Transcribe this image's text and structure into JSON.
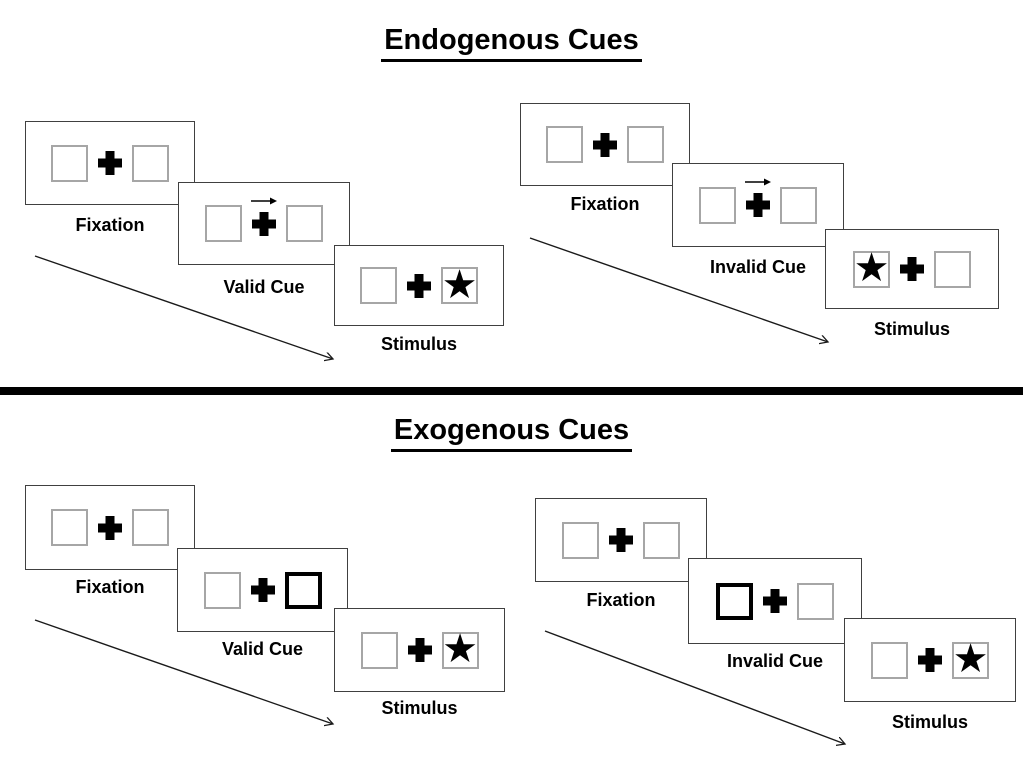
{
  "diagram": {
    "kind": "posner-spatial-cueing-task",
    "background": "#ffffff",
    "divider_color": "#000000"
  },
  "colors": {
    "frame_border": "#404040",
    "placeholder_box_border": "#a6a6a6",
    "cue_highlight_border": "#000000",
    "text": "#000000"
  },
  "glyphs": {
    "star": "★"
  },
  "sections": [
    {
      "title": "Endogenous Cues",
      "panels": [
        {
          "condition": "valid",
          "cue_type": "central-arrow",
          "cue_direction": "right",
          "stimulus_side": "right",
          "frames": [
            {
              "label": "Fixation"
            },
            {
              "label": "Valid Cue"
            },
            {
              "label": "Stimulus"
            }
          ]
        },
        {
          "condition": "invalid",
          "cue_type": "central-arrow",
          "cue_direction": "right",
          "stimulus_side": "left",
          "frames": [
            {
              "label": "Fixation"
            },
            {
              "label": "Invalid Cue"
            },
            {
              "label": "Stimulus"
            }
          ]
        }
      ]
    },
    {
      "title": "Exogenous Cues",
      "panels": [
        {
          "condition": "valid",
          "cue_type": "peripheral-box-highlight",
          "cue_side": "right",
          "stimulus_side": "right",
          "frames": [
            {
              "label": "Fixation"
            },
            {
              "label": "Valid Cue"
            },
            {
              "label": "Stimulus"
            }
          ]
        },
        {
          "condition": "invalid",
          "cue_type": "peripheral-box-highlight",
          "cue_side": "left",
          "stimulus_side": "right",
          "frames": [
            {
              "label": "Fixation"
            },
            {
              "label": "Invalid Cue"
            },
            {
              "label": "Stimulus"
            }
          ]
        }
      ]
    }
  ]
}
